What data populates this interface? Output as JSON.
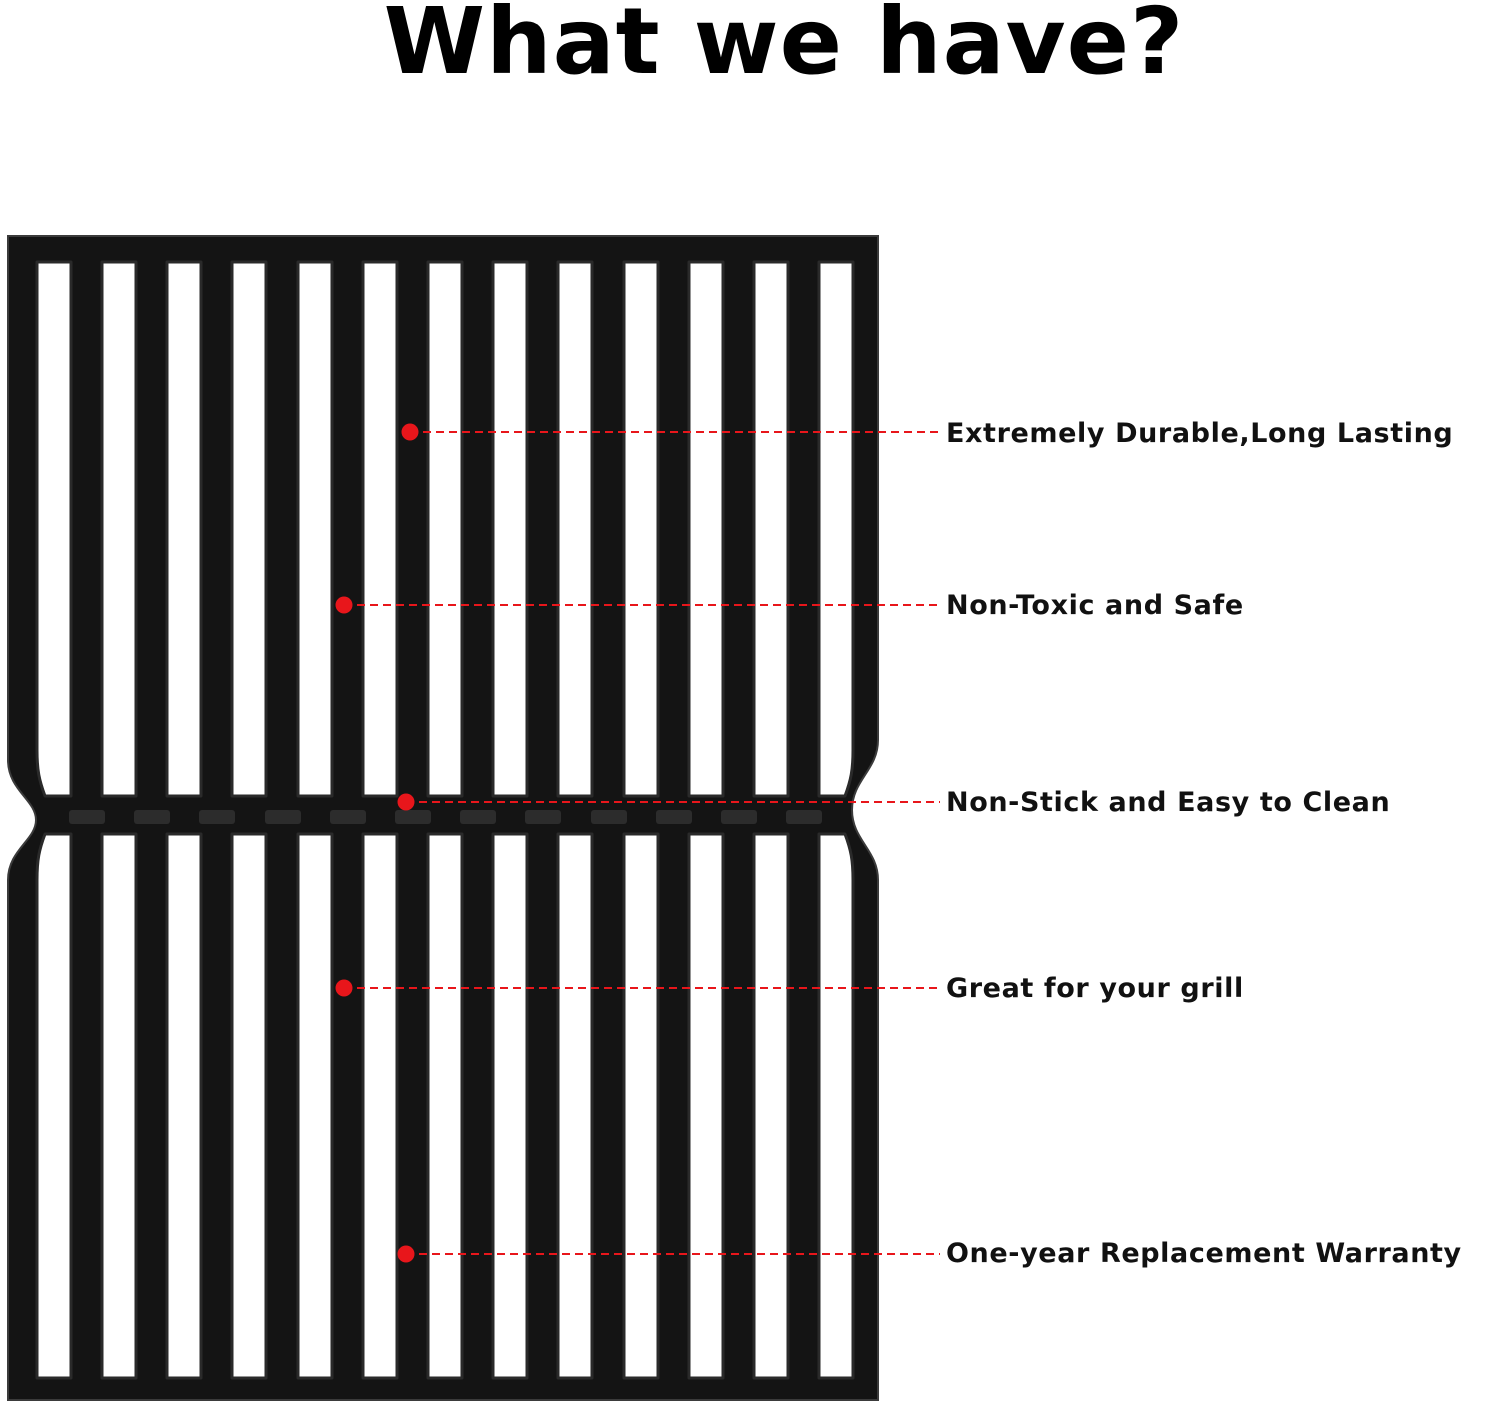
{
  "title": "What we have?",
  "colors": {
    "grate": "#141414",
    "grate_highlight": "#3a3a3a",
    "marker": "#e8161b",
    "background": "#ffffff"
  },
  "features": [
    {
      "label": "Extremely Durable,Long Lasting"
    },
    {
      "label": "Non-Toxic and Safe"
    },
    {
      "label": "Non-Stick and Easy to Clean"
    },
    {
      "label": "Great for your grill"
    },
    {
      "label": "One-year Replacement Warranty"
    }
  ]
}
